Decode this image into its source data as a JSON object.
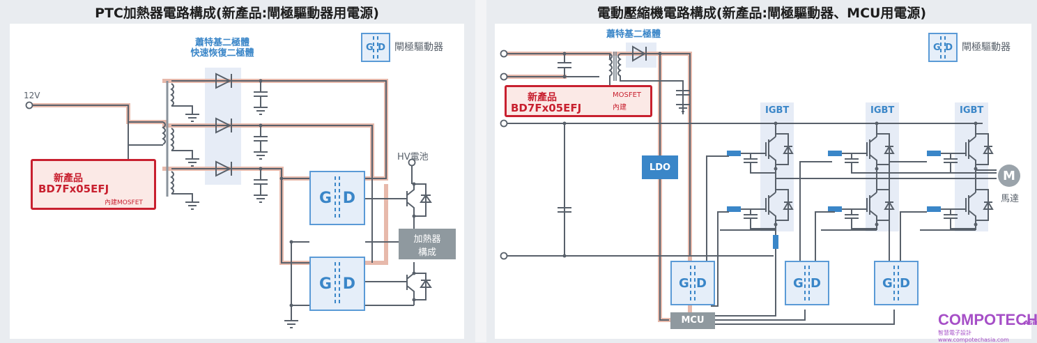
{
  "left": {
    "title": "PTC加熱器電路構成(新產品:閘極驅動器用電源)",
    "diode_label_line1": "蕭特基二極體",
    "diode_label_line2": "快速恢復二極體",
    "legend_g": "G",
    "legend_d": "D",
    "legend_text": "閘極驅動器",
    "input_label": "12V",
    "new_product_label": "新產品",
    "part_number": "BD7Fx05EFJ",
    "mosfet_note": "內建MOSFET",
    "battery_label": "HV電池",
    "heater_label_line1": "加熱器",
    "heater_label_line2": "構成",
    "gate_drivers": [
      {
        "g": "G",
        "d": "D"
      },
      {
        "g": "G",
        "d": "D"
      }
    ]
  },
  "right": {
    "title": "電動壓縮機電路構成(新產品:閘極驅動器、MCU用電源)",
    "diode_label": "蕭特基二極體",
    "legend_g": "G",
    "legend_d": "D",
    "legend_text": "閘極驅動器",
    "new_product_label": "新產品",
    "part_number": "BD7Fx05EFJ",
    "mosfet_note_line1": "MOSFET",
    "mosfet_note_line2": "內建",
    "igbt_labels": [
      "IGBT",
      "IGBT",
      "IGBT"
    ],
    "ldo_label": "LDO",
    "mcu_label": "MCU",
    "motor_symbol": "M",
    "motor_label": "馬達",
    "gate_drivers": [
      {
        "g": "G",
        "d": "D"
      },
      {
        "g": "G",
        "d": "D"
      },
      {
        "g": "G",
        "d": "D"
      }
    ]
  },
  "watermark": {
    "brand": "COMPOTECH",
    "brand_suffix": "Asia",
    "tagline": "智慧電子設計www.compotechasia.com"
  },
  "colors": {
    "accent_blue": "#3a86c8",
    "new_product_red": "#c8202f",
    "wire_gray": "#58606a",
    "power_path_glow": "#e7b9ab",
    "watermark_purple": "#a64fc7"
  }
}
